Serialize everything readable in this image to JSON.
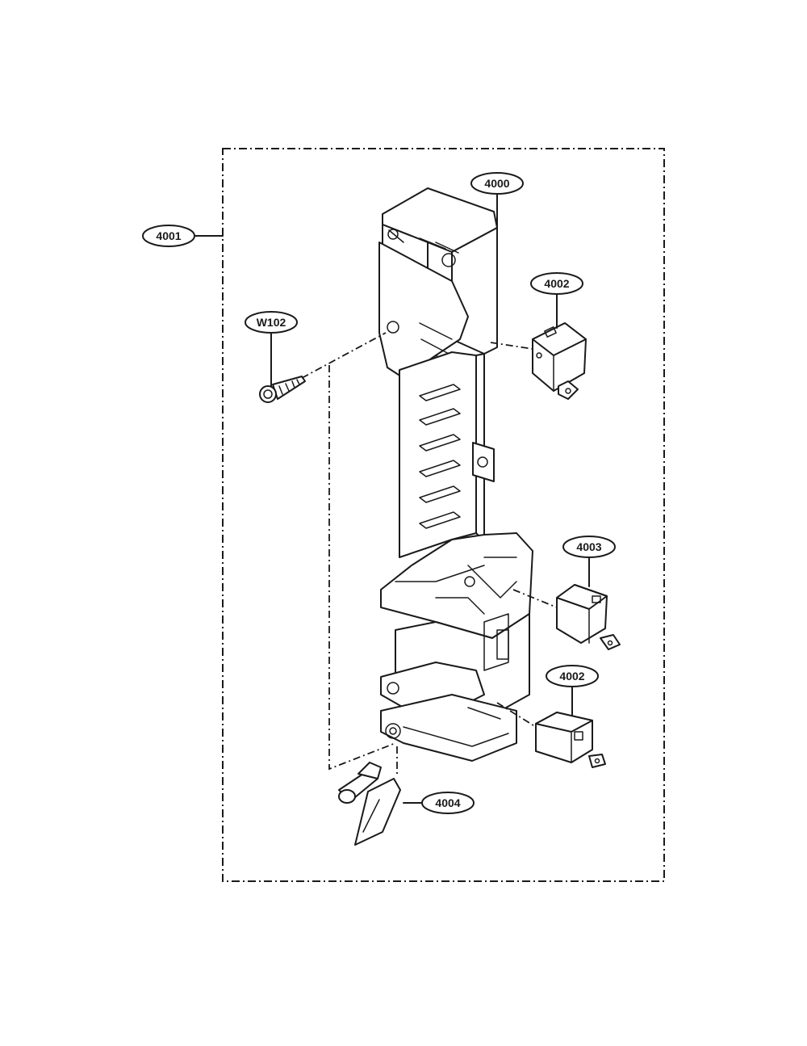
{
  "callouts": {
    "assembly": "4001",
    "latch_board": "4000",
    "switch_upper": "4002",
    "screw": "W102",
    "switch_middle": "4003",
    "switch_lower": "4002",
    "lever": "4004"
  },
  "colors": {
    "ink": "#1a1a1a",
    "paper": "#ffffff"
  }
}
